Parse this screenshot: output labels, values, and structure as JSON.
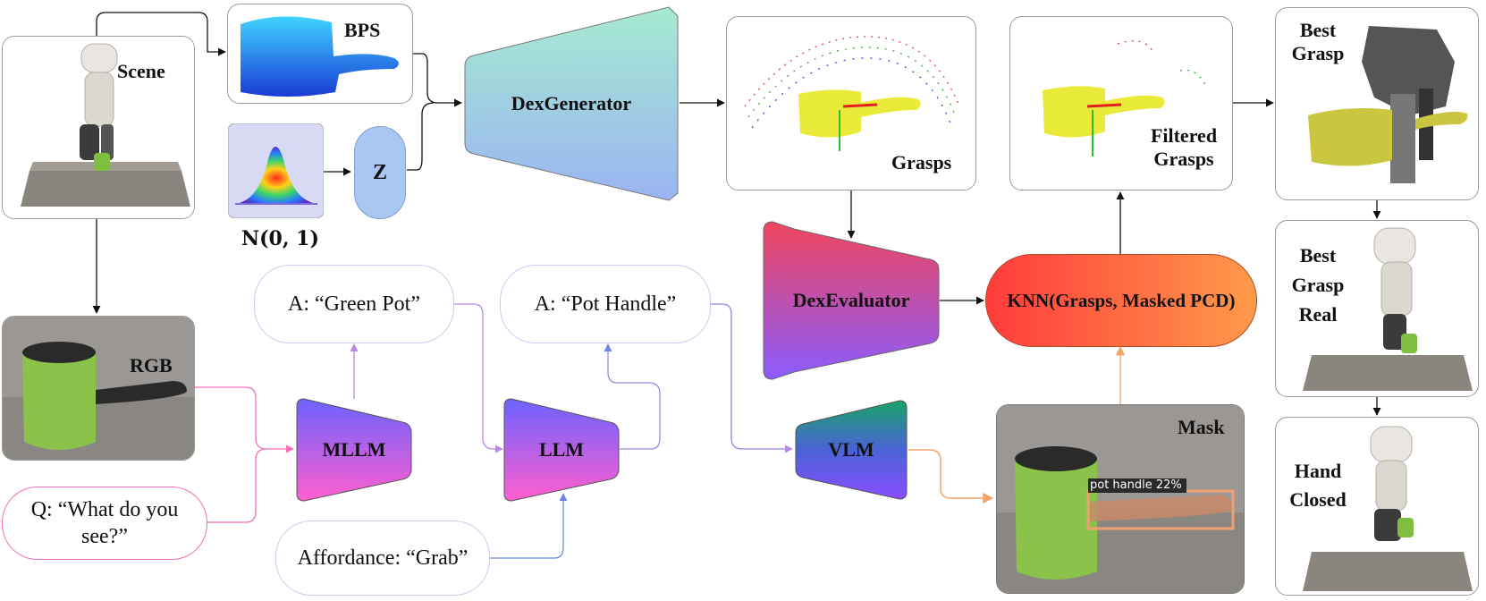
{
  "labels": {
    "scene": "Scene",
    "bps": "BPS",
    "z": "Z",
    "normal": "N(0, 1)",
    "dex_generator": "DexGenerator",
    "grasps": "Grasps",
    "filtered_grasps": "Filtered Grasps",
    "best_grasp": "Best Grasp",
    "dex_evaluator": "DexEvaluator",
    "knn": "KNN(Grasps, Masked PCD)",
    "best_grasp_real": "Best Grasp Real",
    "rgb": "RGB",
    "mllm": "MLLM",
    "llm": "LLM",
    "vlm": "VLM",
    "mask": "Mask",
    "hand_closed": "Hand Closed",
    "answer_pot": "A: “Green Pot”",
    "answer_handle": "A: “Pot Handle”",
    "question": "Q: “What do you see?”",
    "affordance": "Affordance: “Grab”",
    "mask_tag": "pot handle 22%"
  },
  "colors": {
    "bps_blue": "#1e90ff",
    "z_fill": "#a9c7f2",
    "mllm_top": "#6c63ff",
    "mllm_bottom": "#ff5fcf",
    "knn_left": "#ff3b3b",
    "knn_right": "#ff9a4a",
    "vlm_top": "#1aa36a",
    "vlm_bottom": "#8a4dff",
    "pot_green": "#8bc34a",
    "pink_wire": "#f26fb6",
    "purple_wire": "#b887e6",
    "blue_wire": "#6f86e8",
    "orange_wire": "#f5a36b"
  }
}
